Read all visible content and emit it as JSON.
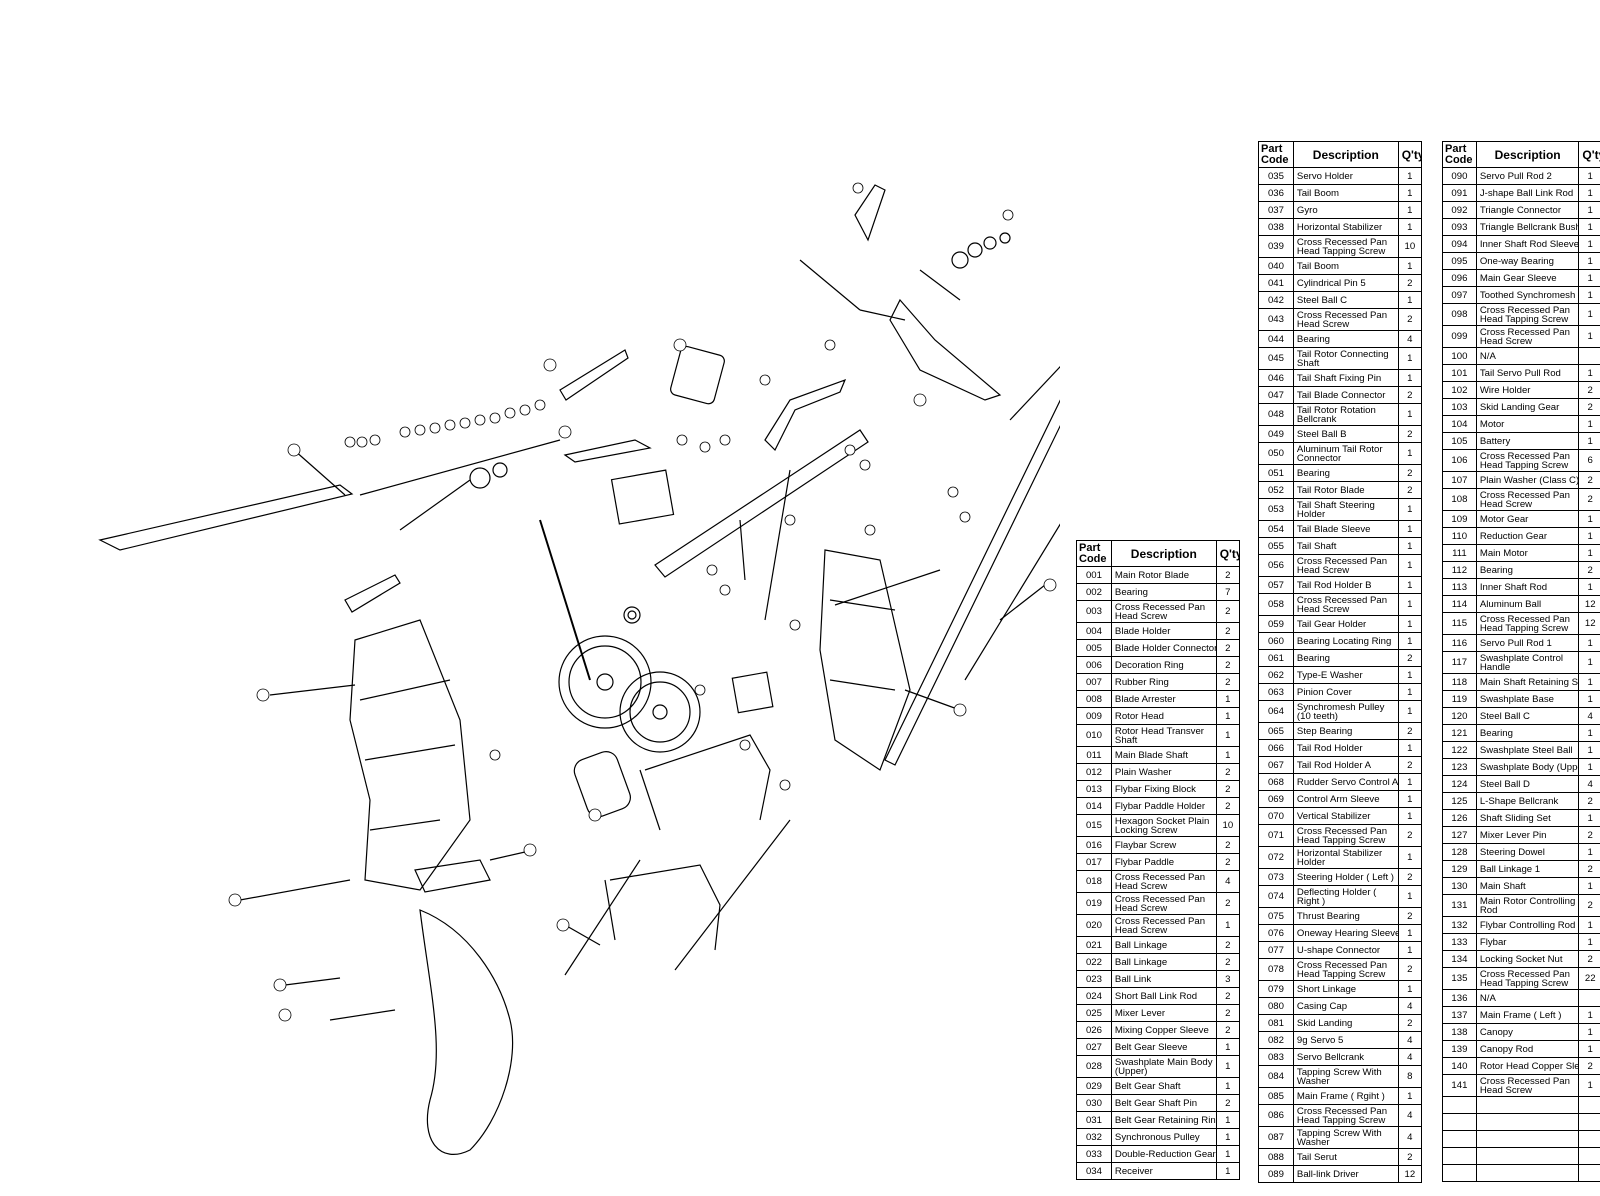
{
  "header": {
    "code": "Part Code",
    "description": "Description",
    "qty": "Q'ty"
  },
  "tables": [
    {
      "rows": [
        [
          "001",
          "Main Rotor Blade",
          "2"
        ],
        [
          "002",
          "Bearing",
          "7"
        ],
        [
          "003",
          "Cross Recessed Pan Head Screw",
          "2"
        ],
        [
          "004",
          "Blade Holder",
          "2"
        ],
        [
          "005",
          "Blade Holder Connector",
          "2"
        ],
        [
          "006",
          "Decoration Ring",
          "2"
        ],
        [
          "007",
          "Rubber Ring",
          "2"
        ],
        [
          "008",
          "Blade Arrester",
          "1"
        ],
        [
          "009",
          "Rotor Head",
          "1"
        ],
        [
          "010",
          "Rotor Head Transver Shaft",
          "1"
        ],
        [
          "011",
          "Main Blade Shaft",
          "1"
        ],
        [
          "012",
          "Plain Washer",
          "2"
        ],
        [
          "013",
          "Flybar Fixing Block",
          "2"
        ],
        [
          "014",
          "Flybar Paddle Holder",
          "2"
        ],
        [
          "015",
          "Hexagon Socket Plain Locking Screw",
          "10"
        ],
        [
          "016",
          "Flaybar Screw",
          "2"
        ],
        [
          "017",
          "Flybar Paddle",
          "2"
        ],
        [
          "018",
          "Cross Recessed Pan Head Screw",
          "4"
        ],
        [
          "019",
          "Cross Recessed Pan Head Screw",
          "2"
        ],
        [
          "020",
          "Cross Recessed Pan Head Screw",
          "1"
        ],
        [
          "021",
          "Ball Linkage",
          "2"
        ],
        [
          "022",
          "Ball Linkage",
          "2"
        ],
        [
          "023",
          "Ball Link",
          "3"
        ],
        [
          "024",
          "Short Ball Link Rod",
          "2"
        ],
        [
          "025",
          "Mixer Lever",
          "2"
        ],
        [
          "026",
          "Mixing Copper Sleeve",
          "2"
        ],
        [
          "027",
          "Belt Gear Sleeve",
          "1"
        ],
        [
          "028",
          "Swashplate Main Body (Upper)",
          "1"
        ],
        [
          "029",
          "Belt Gear Shaft",
          "1"
        ],
        [
          "030",
          "Belt Gear Shaft Pin",
          "2"
        ],
        [
          "031",
          "Belt Gear Retaining Ring",
          "1"
        ],
        [
          "032",
          "Synchronous Pulley",
          "1"
        ],
        [
          "033",
          "Double-Reduction Gear",
          "1"
        ],
        [
          "034",
          "Receiver",
          "1"
        ]
      ]
    },
    {
      "rows": [
        [
          "035",
          "Servo Holder",
          "1"
        ],
        [
          "036",
          "Tail Boom",
          "1"
        ],
        [
          "037",
          "Gyro",
          "1"
        ],
        [
          "038",
          "Horizontal Stabilizer",
          "1"
        ],
        [
          "039",
          "Cross Recessed Pan Head Tapping Screw",
          "10"
        ],
        [
          "040",
          "Tail Boom",
          "1"
        ],
        [
          "041",
          "Cylindrical Pin 5",
          "2"
        ],
        [
          "042",
          "Steel Ball C",
          "1"
        ],
        [
          "043",
          "Cross Recessed Pan Head Screw",
          "2"
        ],
        [
          "044",
          "Bearing",
          "4"
        ],
        [
          "045",
          "Tail Rotor Connecting Shaft",
          "1"
        ],
        [
          "046",
          "Tail Shaft Fixing Pin",
          "1"
        ],
        [
          "047",
          "Tail Blade Connector",
          "2"
        ],
        [
          "048",
          "Tail Rotor Rotation Bellcrank",
          "1"
        ],
        [
          "049",
          "Steel Ball B",
          "2"
        ],
        [
          "050",
          "Aluminum Tail Rotor Connector",
          "1"
        ],
        [
          "051",
          "Bearing",
          "2"
        ],
        [
          "052",
          "Tail Rotor Blade",
          "2"
        ],
        [
          "053",
          "Tail Shaft Steering Holder",
          "1"
        ],
        [
          "054",
          "Tail Blade Sleeve",
          "1"
        ],
        [
          "055",
          "Tail Shaft",
          "1"
        ],
        [
          "056",
          "Cross Recessed Pan Head Screw",
          "1"
        ],
        [
          "057",
          "Tail Rod Holder B",
          "1"
        ],
        [
          "058",
          "Cross Recessed Pan Head Screw",
          "1"
        ],
        [
          "059",
          "Tail Gear Holder",
          "1"
        ],
        [
          "060",
          "Bearing Locating Ring",
          "1"
        ],
        [
          "061",
          "Bearing",
          "2"
        ],
        [
          "062",
          "Type-E Washer",
          "1"
        ],
        [
          "063",
          "Pinion Cover",
          "1"
        ],
        [
          "064",
          "Synchromesh Pulley (10 teeth)",
          "1"
        ],
        [
          "065",
          "Step Bearing",
          "2"
        ],
        [
          "066",
          "Tail Rod Holder",
          "1"
        ],
        [
          "067",
          "Tail Rod Holder A",
          "2"
        ],
        [
          "068",
          "Rudder Servo Control Arm",
          "1"
        ],
        [
          "069",
          "Control Arm Sleeve",
          "1"
        ],
        [
          "070",
          "Vertical Stabilizer",
          "1"
        ],
        [
          "071",
          "Cross Recessed Pan Head Tapping Screw",
          "2"
        ],
        [
          "072",
          "Horizontal Stabilizer Holder",
          "1"
        ],
        [
          "073",
          "Steering Holder ( Left )",
          "2"
        ],
        [
          "074",
          "Deflecting Holder ( Right )",
          "1"
        ],
        [
          "075",
          "Thrust Bearing",
          "2"
        ],
        [
          "076",
          "Oneway Hearing Sleeve",
          "1"
        ],
        [
          "077",
          "U-shape Connector",
          "1"
        ],
        [
          "078",
          "Cross Recessed Pan Head Tapping Screw",
          "2"
        ],
        [
          "079",
          "Short Linkage",
          "1"
        ],
        [
          "080",
          "Casing Cap",
          "4"
        ],
        [
          "081",
          "Skid Landing",
          "2"
        ],
        [
          "082",
          "9g Servo 5",
          "4"
        ],
        [
          "083",
          "Servo Bellcrank",
          "4"
        ],
        [
          "084",
          "Tapping Screw With Washer",
          "8"
        ],
        [
          "085",
          "Main Frame ( Rgiht )",
          "1"
        ],
        [
          "086",
          "Cross Recessed Pan Head Tapping Screw",
          "4"
        ],
        [
          "087",
          "Tapping Screw With Washer",
          "4"
        ],
        [
          "088",
          "Tail Serut",
          "2"
        ],
        [
          "089",
          "Ball-link Driver",
          "12"
        ]
      ]
    },
    {
      "rows": [
        [
          "090",
          "Servo Pull Rod 2",
          "1"
        ],
        [
          "091",
          "J-shape Ball Link Rod",
          "1"
        ],
        [
          "092",
          "Triangle Connector",
          "1"
        ],
        [
          "093",
          "Triangle Bellcrank Bush",
          "1"
        ],
        [
          "094",
          "Inner Shaft Rod Sleeve",
          "1"
        ],
        [
          "095",
          "One-way Bearing",
          "1"
        ],
        [
          "096",
          "Main Gear Sleeve",
          "1"
        ],
        [
          "097",
          "Toothed Synchromesh Belt",
          "1"
        ],
        [
          "098",
          "Cross Recessed Pan Head Tapping Screw",
          "1"
        ],
        [
          "099",
          "Cross Recessed Pan Head Screw",
          "1"
        ],
        [
          "100",
          "N/A",
          ""
        ],
        [
          "101",
          "Tail Servo Pull Rod",
          "1"
        ],
        [
          "102",
          "Wire Holder",
          "2"
        ],
        [
          "103",
          "Skid Landing Gear",
          "2"
        ],
        [
          "104",
          "Motor",
          "1"
        ],
        [
          "105",
          "Battery",
          "1"
        ],
        [
          "106",
          "Cross Recessed Pan Head Tapping Screw",
          "6"
        ],
        [
          "107",
          "Plain Washer (Class C)",
          "2"
        ],
        [
          "108",
          "Cross Recessed Pan Head Screw",
          "2"
        ],
        [
          "109",
          "Motor Gear",
          "1"
        ],
        [
          "110",
          "Reduction Gear",
          "1"
        ],
        [
          "111",
          "Main Motor",
          "1"
        ],
        [
          "112",
          "Bearing",
          "2"
        ],
        [
          "113",
          "Inner Shaft Rod",
          "1"
        ],
        [
          "114",
          "Aluminum Ball",
          "12"
        ],
        [
          "115",
          "Cross Recessed Pan Head Tapping Screw",
          "12"
        ],
        [
          "116",
          "Servo Pull Rod 1",
          "1"
        ],
        [
          "117",
          "Swashplate Control Handle",
          "1"
        ],
        [
          "118",
          "Main Shaft Retaining Set",
          "1"
        ],
        [
          "119",
          "Swashplate Base",
          "1"
        ],
        [
          "120",
          "Steel Ball C",
          "4"
        ],
        [
          "121",
          "Bearing",
          "1"
        ],
        [
          "122",
          "Swashplate Steel Ball",
          "1"
        ],
        [
          "123",
          "Swashplate Body (Upper)",
          "1"
        ],
        [
          "124",
          "Steel Ball D",
          "4"
        ],
        [
          "125",
          "L-Shape Bellcrank",
          "2"
        ],
        [
          "126",
          "Shaft Sliding Set",
          "1"
        ],
        [
          "127",
          "Mixer Lever Pin",
          "2"
        ],
        [
          "128",
          "Steering Dowel",
          "1"
        ],
        [
          "129",
          "Ball Linkage 1",
          "2"
        ],
        [
          "130",
          "Main Shaft",
          "1"
        ],
        [
          "131",
          "Main Rotor Controlling Rod",
          "2"
        ],
        [
          "132",
          "Flybar Controlling Rod",
          "1"
        ],
        [
          "133",
          "Flybar",
          "1"
        ],
        [
          "134",
          "Locking Socket Nut",
          "2"
        ],
        [
          "135",
          "Cross Recessed Pan Head Tapping Screw",
          "22"
        ],
        [
          "136",
          "N/A",
          ""
        ],
        [
          "137",
          "Main Frame ( Left )",
          "1"
        ],
        [
          "138",
          "Canopy",
          "1"
        ],
        [
          "139",
          "Canopy Rod",
          "1"
        ],
        [
          "140",
          "Rotor Head Copper Sleeve",
          "2"
        ],
        [
          "141",
          "Cross Recessed Pan Head Screw",
          "1"
        ],
        [
          "",
          "",
          ""
        ],
        [
          "",
          "",
          ""
        ],
        [
          "",
          "",
          ""
        ],
        [
          "",
          "",
          ""
        ],
        [
          "",
          "",
          ""
        ]
      ]
    }
  ]
}
